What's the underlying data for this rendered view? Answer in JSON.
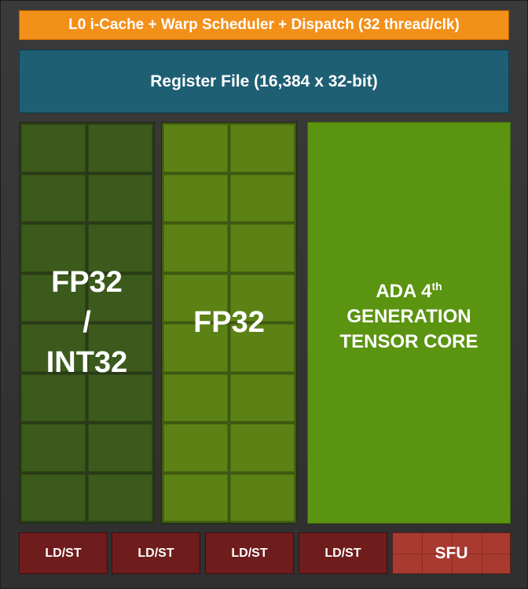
{
  "dispatch_label": "L0 i-Cache + Warp Scheduler + Dispatch (32 thread/clk)",
  "register_file_label": "Register File (16,384 x 32-bit)",
  "fp32_int32": {
    "line1": "FP32",
    "line2": "/",
    "line3": "INT32"
  },
  "fp32_label": "FP32",
  "tensor_core": {
    "line1_main": "ADA 4",
    "line1_sup": "th",
    "line2": "GENERATION",
    "line3": "TENSOR CORE"
  },
  "bottom_units": [
    "LD/ST",
    "LD/ST",
    "LD/ST",
    "LD/ST",
    "SFU"
  ],
  "colors": {
    "dispatch": "#f39019",
    "register_file": "#1e5f74",
    "fp32_int32_cells": "#3c5a1c",
    "fp32_cells": "#5c8216",
    "tensor_core": "#5b9410",
    "ldst": "#6f1c1c",
    "sfu": "#a83a2f"
  }
}
